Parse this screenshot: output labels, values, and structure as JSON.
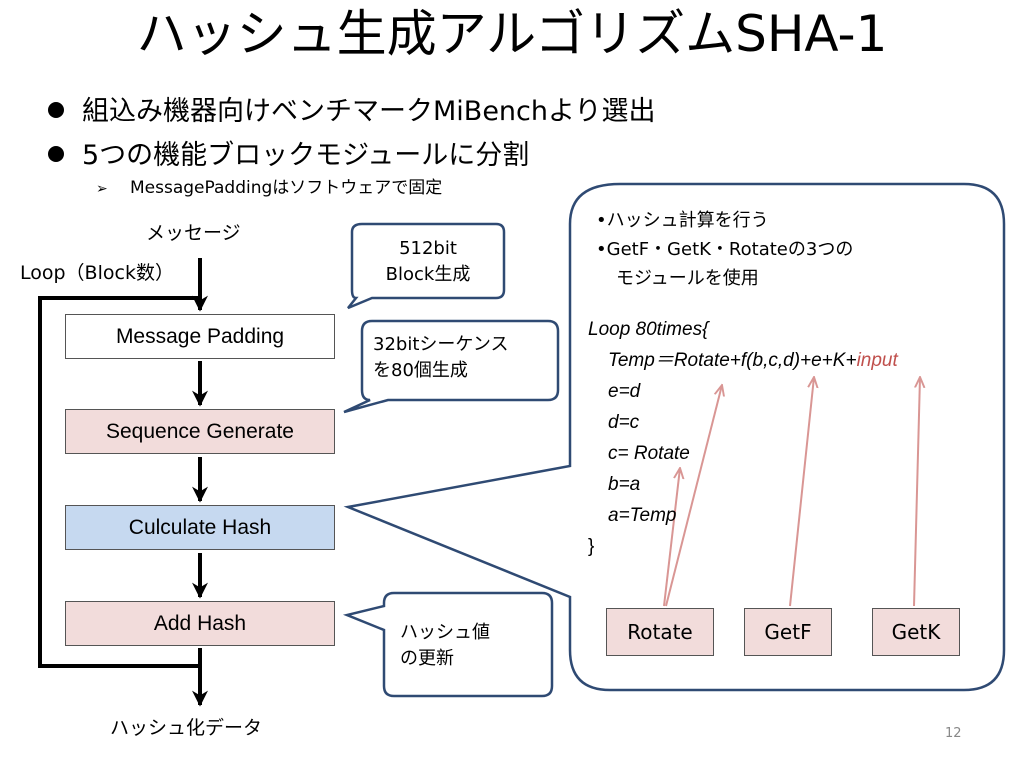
{
  "title": "ハッシュ生成アルゴリズムSHA-1",
  "bullets": [
    "組込み機器向けベンチマークMiBenchより選出",
    "5つの機能ブロックモジュールに分割"
  ],
  "sub_bullet": {
    "marker": "➢",
    "text": "MessagePaddingはソフトウェアで固定"
  },
  "flow": {
    "input_label": "メッセージ",
    "loop_label": "Loop（Block数）",
    "output_label": "ハッシュ化データ",
    "steps": [
      "Message Padding",
      "Sequence Generate",
      "Culculate Hash",
      "Add Hash"
    ]
  },
  "callouts": {
    "padding": [
      "512bit",
      "Block生成"
    ],
    "sequence": [
      "32bitシーケンス",
      "を80個生成"
    ],
    "add_hash": [
      "ハッシュ値",
      "の更新"
    ]
  },
  "hash_panel": {
    "notes": [
      "•ハッシュ計算を行う",
      "•GetF・GetK・Rotateの3つの",
      "モジュールを使用"
    ],
    "code_open": "Loop 80times{",
    "temp_line_prefix": "Temp＝Rotate+f(b,c,d)+e+K+",
    "temp_line_input": "input",
    "code_lines": [
      "e=d",
      "d=c",
      "c= Rotate",
      "b=a",
      "a=Temp"
    ],
    "code_close": "}",
    "modules": [
      "Rotate",
      "GetF",
      "GetK"
    ]
  },
  "page_number": "12",
  "colors": {
    "pink_fill": "#f2dcdb",
    "blue_fill": "#c6d9f0",
    "callout_stroke": "#2f4a73",
    "arrow_red": "#d99694",
    "input_red": "#c0504d"
  }
}
